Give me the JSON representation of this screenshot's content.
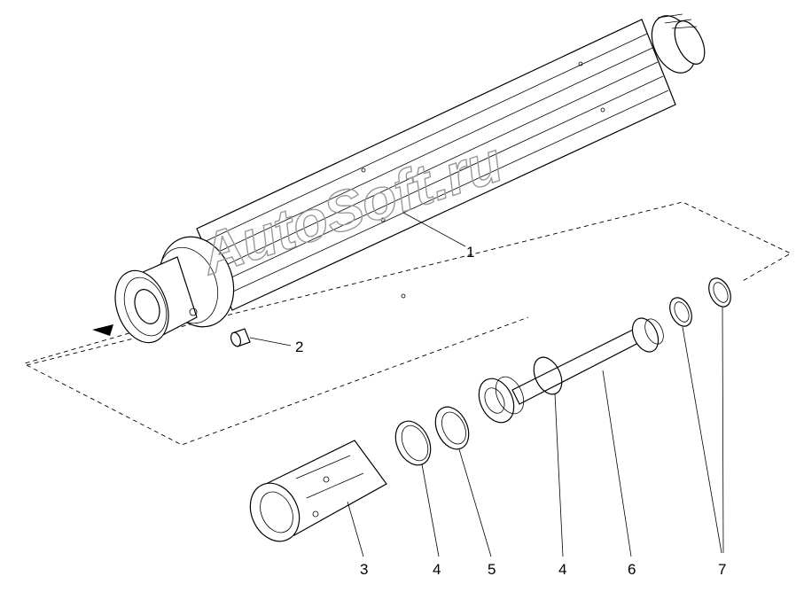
{
  "callouts": [
    {
      "id": "1",
      "text": "1"
    },
    {
      "id": "2",
      "text": "2"
    },
    {
      "id": "3",
      "text": "3"
    },
    {
      "id": "4a",
      "text": "4"
    },
    {
      "id": "5",
      "text": "5"
    },
    {
      "id": "4b",
      "text": "4"
    },
    {
      "id": "6",
      "text": "6"
    },
    {
      "id": "7",
      "text": "7"
    }
  ],
  "watermark": "AutoSoft.ru"
}
